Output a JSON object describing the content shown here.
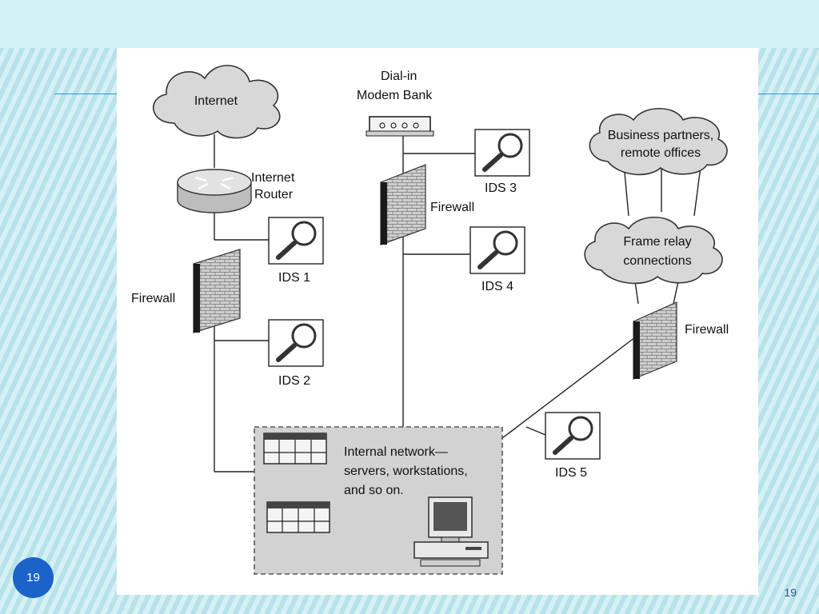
{
  "slide": {
    "badge_number": "19",
    "page_number": "19"
  },
  "diagram": {
    "internet": "Internet",
    "router_line1": "Internet",
    "router_line2": "Router",
    "firewall_left": "Firewall",
    "ids1": "IDS 1",
    "ids2": "IDS 2",
    "modem_line1": "Dial-in",
    "modem_line2": "Modem Bank",
    "firewall_mid": "Firewall",
    "ids3": "IDS 3",
    "ids4": "IDS 4",
    "partners_line1": "Business partners,",
    "partners_line2": "remote offices",
    "frame_line1": "Frame relay",
    "frame_line2": "connections",
    "firewall_right": "Firewall",
    "ids5": "IDS 5",
    "internal_line1": "Internal network—",
    "internal_line2": "servers, workstations,",
    "internal_line3": "and so on."
  }
}
